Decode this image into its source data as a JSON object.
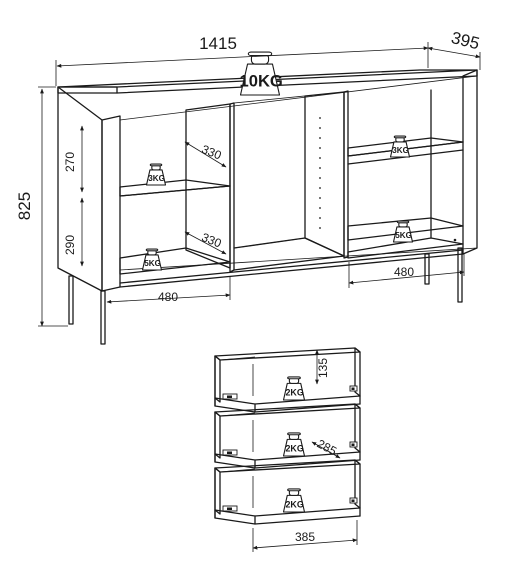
{
  "dimensions": {
    "total_width": "1415",
    "depth": "395",
    "height": "825",
    "shelf_height_upper": "270",
    "shelf_height_lower": "290",
    "shelf_depth_upper": "330",
    "shelf_depth_lower": "330",
    "left_width": "480",
    "right_width": "480",
    "drawer_height": "135",
    "drawer_depth": "285",
    "drawer_width": "385"
  },
  "loads": {
    "top": "10KG",
    "left_upper": "3KG",
    "left_lower": "5KG",
    "right_upper": "3KG",
    "right_lower": "5KG",
    "drawer_1": "2KG",
    "drawer_2": "2KG",
    "drawer_3": "2KG"
  }
}
